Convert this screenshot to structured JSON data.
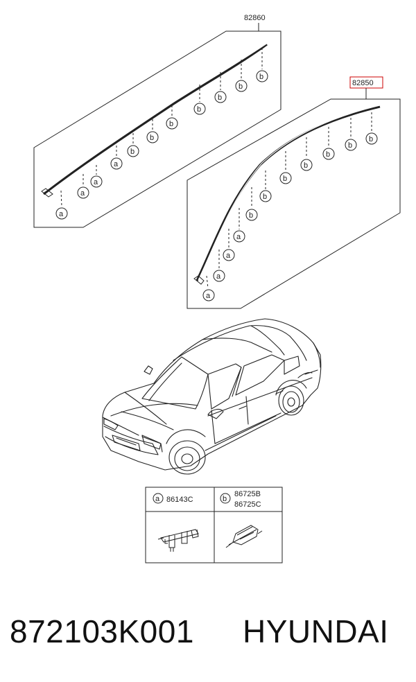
{
  "parts": {
    "upper_assembly": "82860",
    "lower_assembly": "82850"
  },
  "callouts": {
    "a": "a",
    "b": "b"
  },
  "legend": {
    "a_marker": "a",
    "a_part": "86143C",
    "b_marker": "b",
    "b_part_1": "86725B",
    "b_part_2": "86725C"
  },
  "footer": {
    "part_number": "872103K001",
    "brand": "HYUNDAI"
  },
  "colors": {
    "line": "#222222",
    "highlight": "#cc0000",
    "background": "#ffffff"
  }
}
